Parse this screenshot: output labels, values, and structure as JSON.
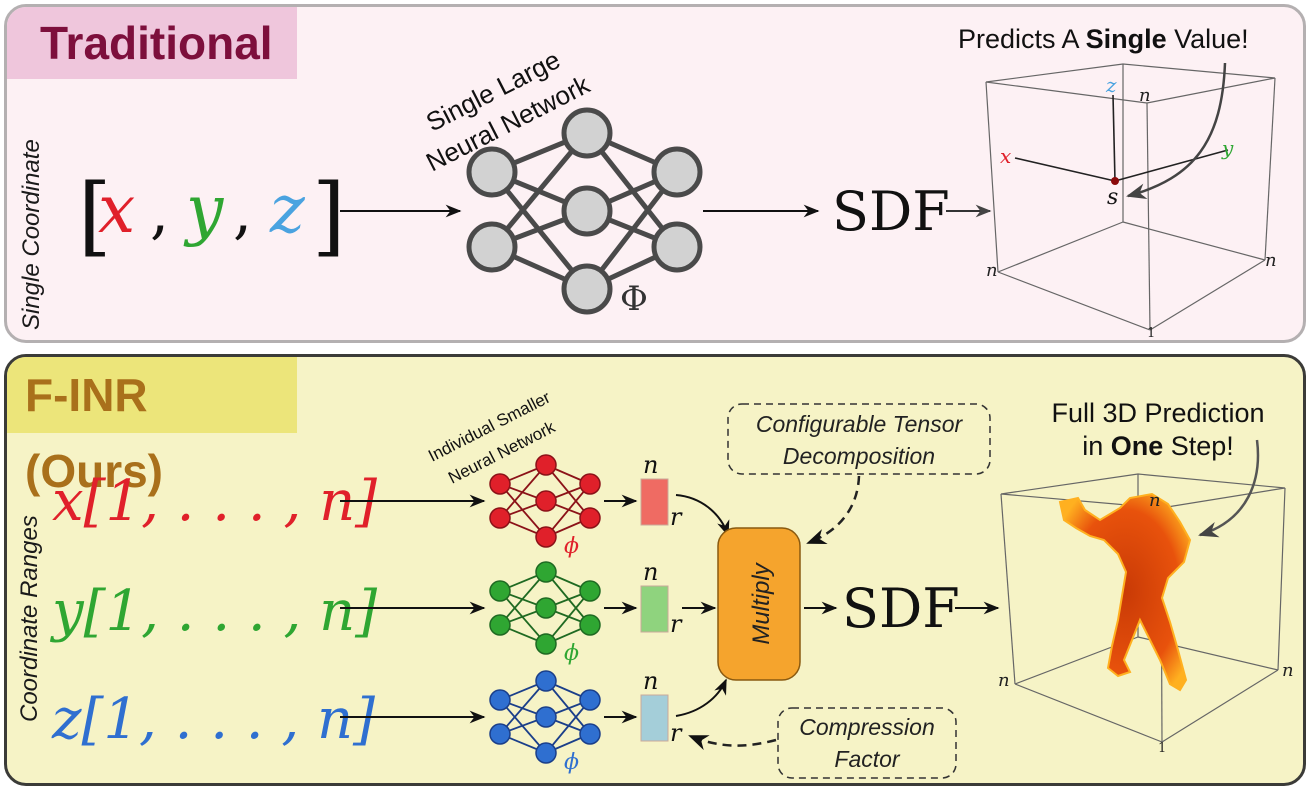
{
  "traditional": {
    "tag": "Traditional",
    "side_label": "Single Coordinate",
    "input": {
      "open": "[",
      "x": "x",
      "y": "y",
      "z": "z",
      "sep": ",",
      "close": "]"
    },
    "network_label_1": "Single Large",
    "network_label_2": "Neural Network",
    "network_symbol": "Φ",
    "output": "SDF",
    "callout_pre": "Predicts A ",
    "callout_bold": "Single",
    "callout_post": " Value!",
    "cube": {
      "axis_x": "x",
      "axis_y": "y",
      "axis_z": "z",
      "point": "s",
      "corner_n": "n",
      "corner_1": "1"
    }
  },
  "finr": {
    "tag": "F-INR (Ours)",
    "side_label": "Coordinate Ranges",
    "rows": [
      {
        "var": "x",
        "range": "[1, . . . , n]",
        "color": "#e0202a",
        "factor_color": "#ef6b63"
      },
      {
        "var": "y",
        "range": "[1, . . . , n]",
        "color": "#2fa632",
        "factor_color": "#8fd37e"
      },
      {
        "var": "z",
        "range": "[1, . . . , n]",
        "color": "#2f6fd0",
        "factor_color": "#a4ced9"
      }
    ],
    "network_label_1": "Individual Smaller",
    "network_label_2": "Neural Network",
    "network_symbol": "ϕ",
    "factor_n": "n",
    "factor_r": "r",
    "tensor_note_1": "Configurable Tensor",
    "tensor_note_2": "Decomposition",
    "multiply": "Multiply",
    "compression_note_1": "Compression",
    "compression_note_2": "Factor",
    "output": "SDF",
    "callout_1": "Full 3D Prediction",
    "callout_2_pre": "in ",
    "callout_2_bold": "One",
    "callout_2_post": " Step!",
    "cube": {
      "corner_n": "n",
      "corner_1": "1"
    }
  },
  "colors": {
    "x": "#e0202a",
    "y": "#2fa632",
    "z": "#4aa3e0",
    "multiply_fill": "#f5a42d",
    "shape_fill": "#e8520c"
  }
}
